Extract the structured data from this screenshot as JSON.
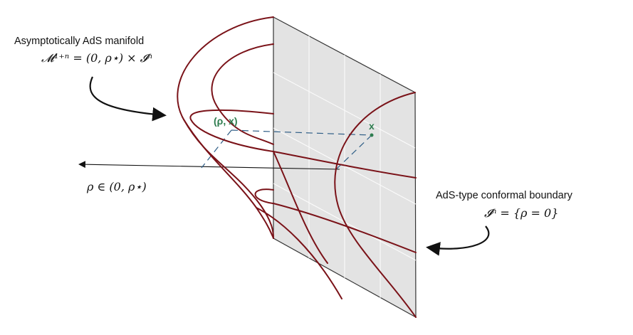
{
  "labels": {
    "manifold_title": "Asymptotically AdS manifold",
    "manifold_formula": "𝓜¹⁺ⁿ = (0, ρ⋆) × 𝓘ⁿ",
    "boundary_title": "AdS-type conformal boundary",
    "boundary_formula": "𝓘ⁿ = {ρ = 0}",
    "rho_range": "ρ ∈ (0, ρ⋆)",
    "point_bulk": "(ρ, x)",
    "point_boundary": "x"
  },
  "colors": {
    "curve": "#7a1218",
    "plane_fill": "#e3e3e3",
    "dashed": "#2e5d86",
    "point_label": "#2e7d4f",
    "arrow": "#111111"
  }
}
